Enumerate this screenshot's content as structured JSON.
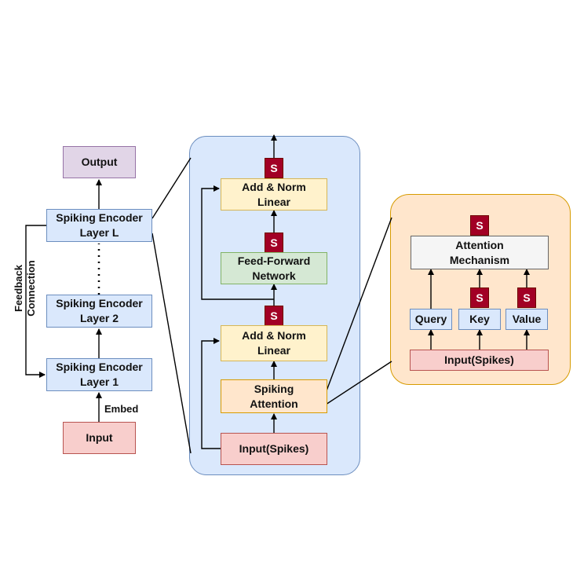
{
  "left": {
    "output": "Output",
    "layer_l": "Spiking Encoder\nLayer L",
    "layer_2": "Spiking Encoder\nLayer 2",
    "layer_1": "Spiking Encoder\nLayer 1",
    "input": "Input",
    "embed": "Embed",
    "feedback": "Feedback\nConnection"
  },
  "middle": {
    "add_norm_top": "Add & Norm\nLinear",
    "ffn": "Feed-Forward\nNetwork",
    "add_norm_bottom": "Add & Norm\nLinear",
    "spiking_attention": "Spiking\nAttention",
    "input_spikes": "Input(Spikes)",
    "spike_label": "S"
  },
  "right": {
    "attention_mechanism": "Attention\nMechanism",
    "query": "Query",
    "key": "Key",
    "value": "Value",
    "input_spikes": "Input(Spikes)",
    "spike_label": "S"
  },
  "colors": {
    "middle_panel": "#dae8fc",
    "right_panel": "#ffe6cc",
    "spike": "#a20025"
  }
}
